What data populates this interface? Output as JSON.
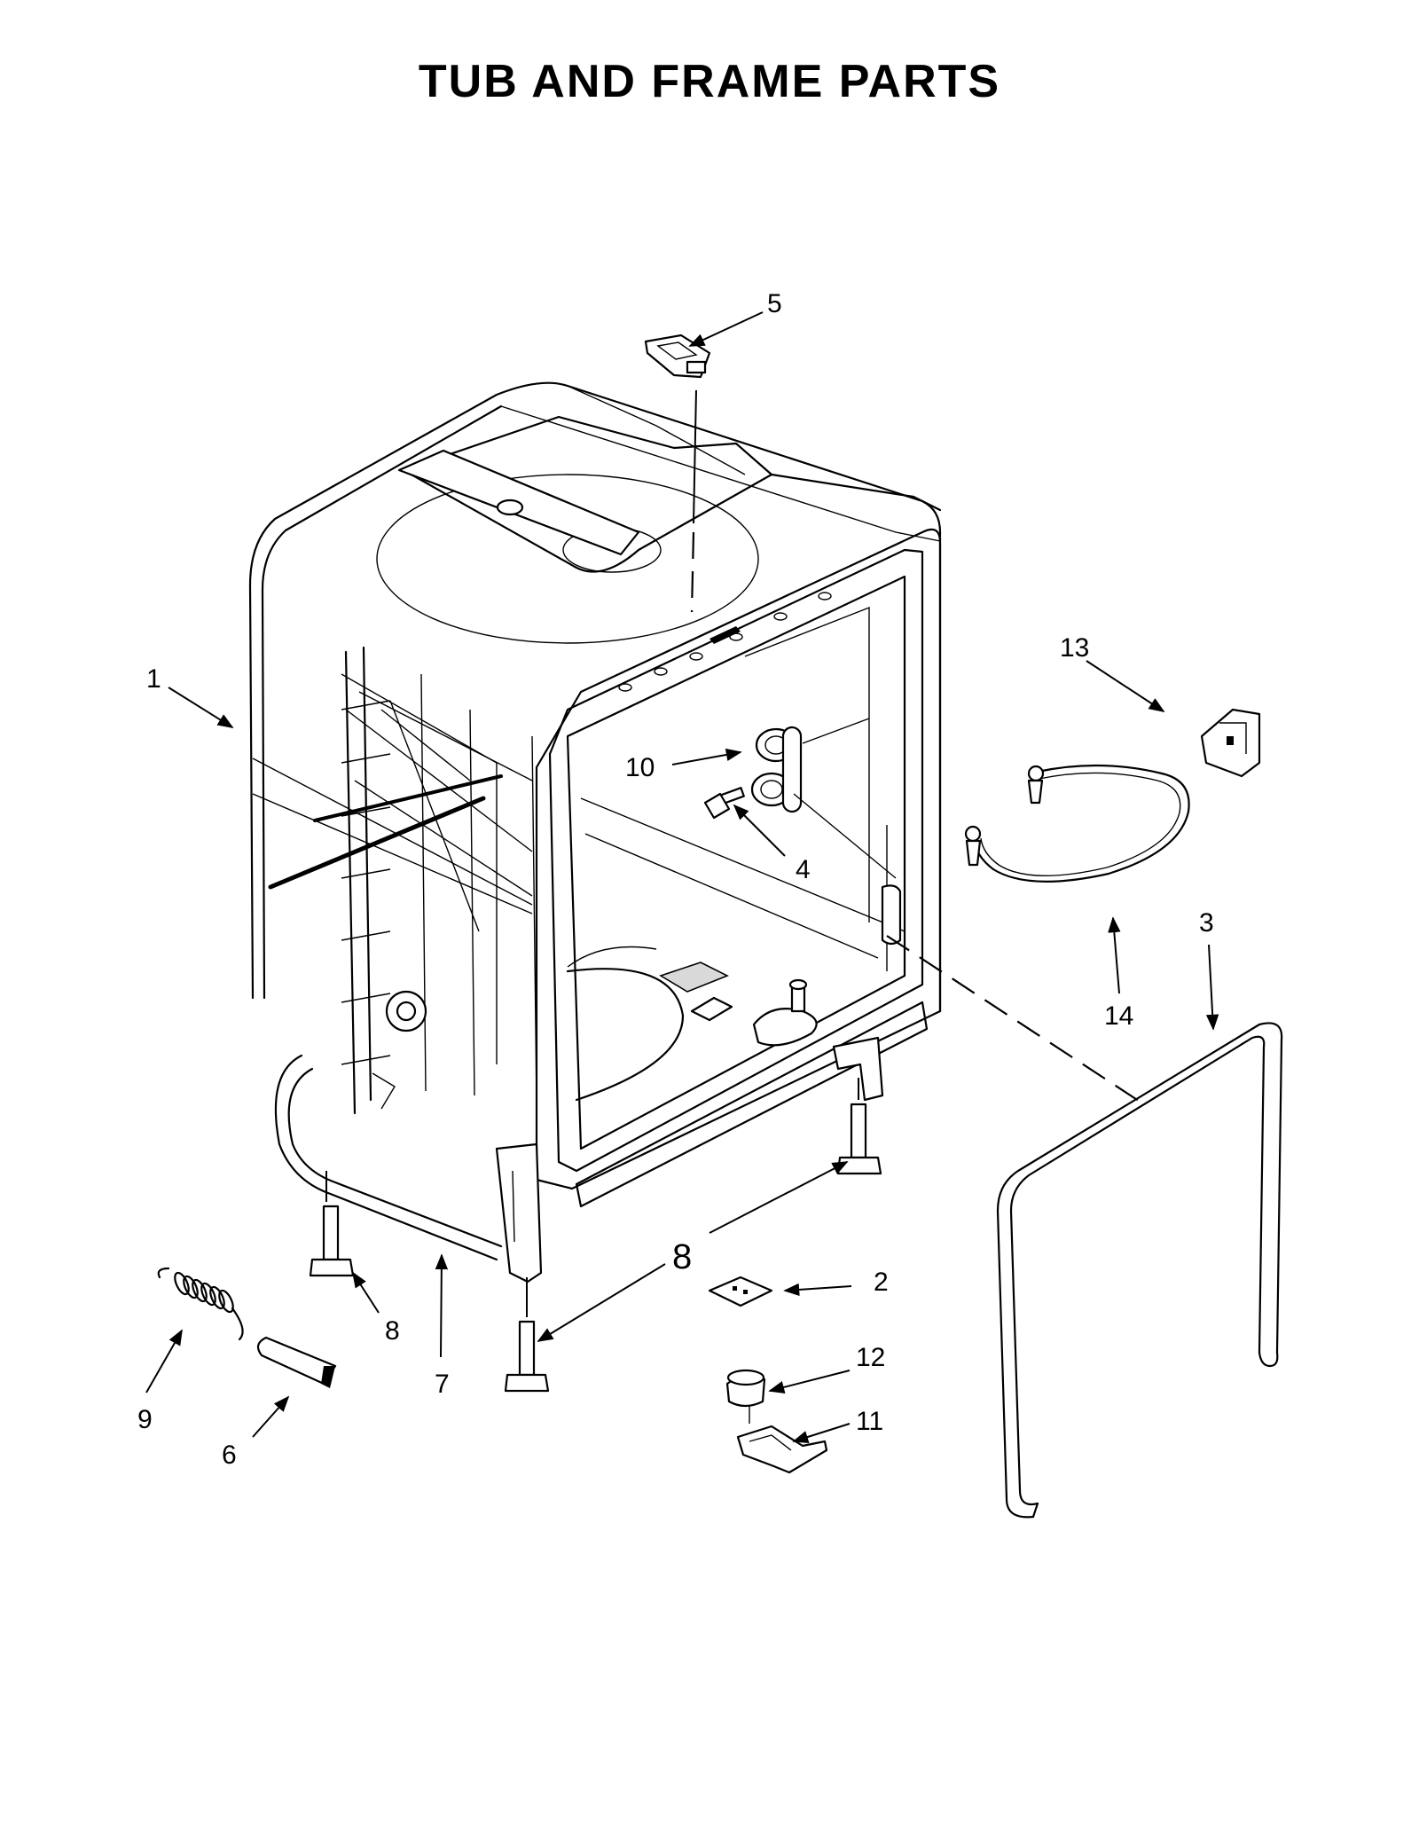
{
  "title": "TUB AND FRAME PARTS",
  "callouts": [
    {
      "id": "1",
      "text": "1"
    },
    {
      "id": "2",
      "text": "2"
    },
    {
      "id": "3",
      "text": "3"
    },
    {
      "id": "4",
      "text": "4"
    },
    {
      "id": "5",
      "text": "5"
    },
    {
      "id": "6",
      "text": "6"
    },
    {
      "id": "7",
      "text": "7"
    },
    {
      "id": "8a",
      "text": "8"
    },
    {
      "id": "8b",
      "text": "8"
    },
    {
      "id": "9",
      "text": "9"
    },
    {
      "id": "10",
      "text": "10"
    },
    {
      "id": "11",
      "text": "11"
    },
    {
      "id": "12",
      "text": "12"
    },
    {
      "id": "13",
      "text": "13"
    },
    {
      "id": "14",
      "text": "14"
    }
  ]
}
